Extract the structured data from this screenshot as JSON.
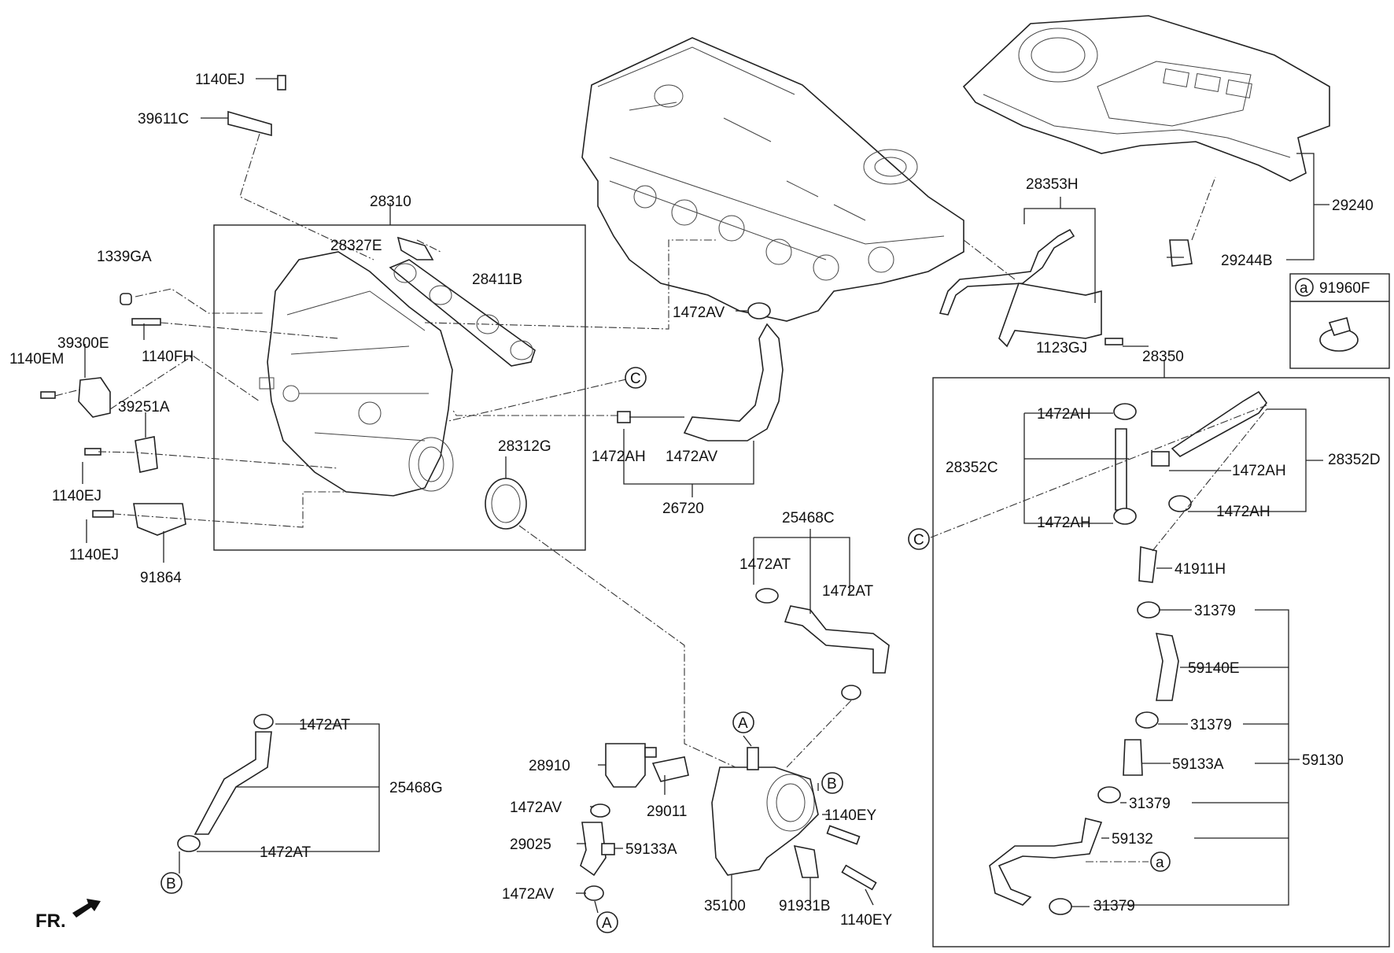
{
  "labels": {
    "p1140EJ_a": "1140EJ",
    "p39611C": "39611C",
    "p28310": "28310",
    "p28327E": "28327E",
    "p28411B": "28411B",
    "p1339GA": "1339GA",
    "p39300E": "39300E",
    "p1140FH": "1140FH",
    "p1140EM": "1140EM",
    "p39251A": "39251A",
    "p1140EJ_b": "1140EJ",
    "p28312G": "28312G",
    "p1140EJ_c": "1140EJ",
    "p91864": "91864",
    "p1472AV_a": "1472AV",
    "p1472AH_a": "1472AH",
    "p1472AV_b": "1472AV",
    "p26720": "26720",
    "p28353H": "28353H",
    "p29240": "29240",
    "p29244B": "29244B",
    "p91960F": "91960F",
    "p1123GJ": "1123GJ",
    "p28350": "28350",
    "p1472AH_b": "1472AH",
    "p28352C": "28352C",
    "p1472AH_c": "1472AH",
    "p28352D": "28352D",
    "p1472AH_d": "1472AH",
    "p1472AH_e": "1472AH",
    "p41911H": "41911H",
    "p31379_a": "31379",
    "p59140E": "59140E",
    "p31379_b": "31379",
    "p59133A_a": "59133A",
    "p59130": "59130",
    "p31379_c": "31379",
    "p59132": "59132",
    "p31379_d": "31379",
    "p25468C": "25468C",
    "p1472AT_a": "1472AT",
    "p1472AT_b": "1472AT",
    "p1472AT_c": "1472AT",
    "p25468G": "25468G",
    "p1472AT_d": "1472AT",
    "p28910": "28910",
    "p29011": "29011",
    "p1472AV_c": "1472AV",
    "p29025": "29025",
    "p59133A_b": "59133A",
    "p1472AV_d": "1472AV",
    "p1140EY_a": "1140EY",
    "p35100": "35100",
    "p91931B": "91931B",
    "p1140EY_b": "1140EY",
    "fr": "FR."
  },
  "callouts": {
    "a_box": "a",
    "a_hose": "a",
    "b_throttle": "B",
    "b_hose": "B",
    "c_manifold": "C",
    "c_box": "C",
    "a_throttle": "A",
    "a_valve": "A"
  }
}
